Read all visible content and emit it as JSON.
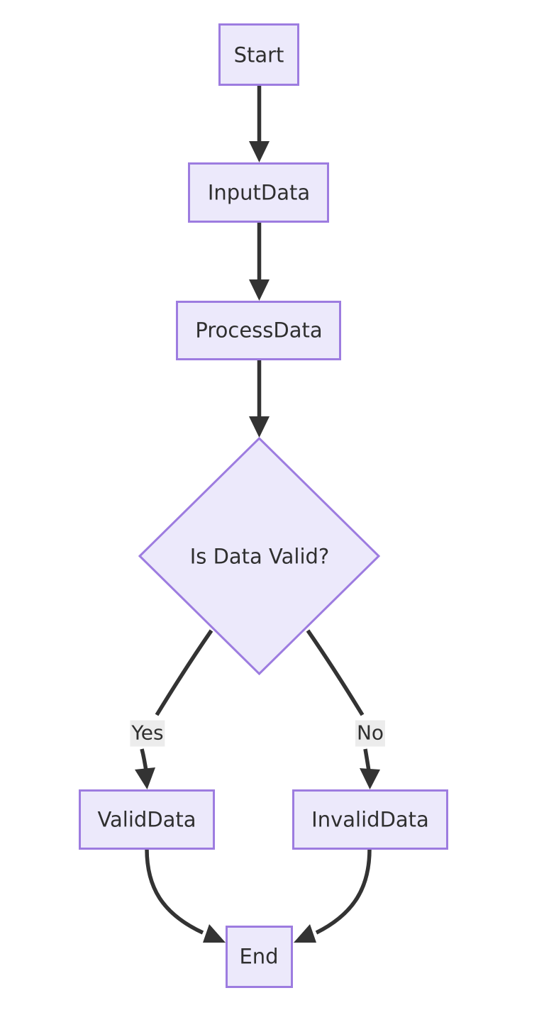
{
  "diagram": {
    "type": "flowchart",
    "direction": "top-to-bottom",
    "background_color": "#ffffff",
    "node_fill_color": "#ece9fb",
    "node_border_color": "#9d7ce0",
    "edge_color": "#333333",
    "text_color": "#2f2f2f",
    "edge_label_background": "#ececec",
    "nodes": [
      {
        "id": "start",
        "label": "Start",
        "shape": "rectangle"
      },
      {
        "id": "inputdata",
        "label": "InputData",
        "shape": "rectangle"
      },
      {
        "id": "processdata",
        "label": "ProcessData",
        "shape": "rectangle"
      },
      {
        "id": "decision",
        "label": "Is Data Valid?",
        "shape": "diamond"
      },
      {
        "id": "validdata",
        "label": "ValidData",
        "shape": "rectangle"
      },
      {
        "id": "invaliddata",
        "label": "InvalidData",
        "shape": "rectangle"
      },
      {
        "id": "end",
        "label": "End",
        "shape": "rectangle"
      }
    ],
    "edges": [
      {
        "from": "start",
        "to": "inputdata",
        "label": ""
      },
      {
        "from": "inputdata",
        "to": "processdata",
        "label": ""
      },
      {
        "from": "processdata",
        "to": "decision",
        "label": ""
      },
      {
        "from": "decision",
        "to": "validdata",
        "label": "Yes"
      },
      {
        "from": "decision",
        "to": "invaliddata",
        "label": "No"
      },
      {
        "from": "validdata",
        "to": "end",
        "label": ""
      },
      {
        "from": "invaliddata",
        "to": "end",
        "label": ""
      }
    ]
  }
}
